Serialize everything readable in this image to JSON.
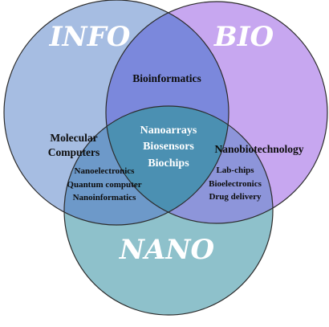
{
  "circles": {
    "info": {
      "title": "INFO",
      "color": "#a6bde2"
    },
    "bio": {
      "title": "BIO",
      "color": "#c7a7f0"
    },
    "nano": {
      "title": "NANO",
      "color": "#8ec1cb"
    }
  },
  "overlaps": {
    "info_bio": {
      "label": "Bioinformatics",
      "color": "#7b88dc"
    },
    "info_nano": {
      "label": "Molecular Computers",
      "lines": [
        "Molecular",
        "Computers"
      ],
      "items": [
        "Nanoelectronics",
        "Quantum computer",
        "Nanoinformatics"
      ],
      "color": "#6d99c9"
    },
    "bio_nano": {
      "label": "Nanobiotechnology",
      "items": [
        "Lab-chips",
        "Bioelectronics",
        "Drug delivery"
      ],
      "color": "#8d95da"
    },
    "center": {
      "items": [
        "Nanoarrays",
        "Biosensors",
        "Biochips"
      ],
      "color": "#4b90b2"
    }
  },
  "outline_color": "#2c2c2c"
}
